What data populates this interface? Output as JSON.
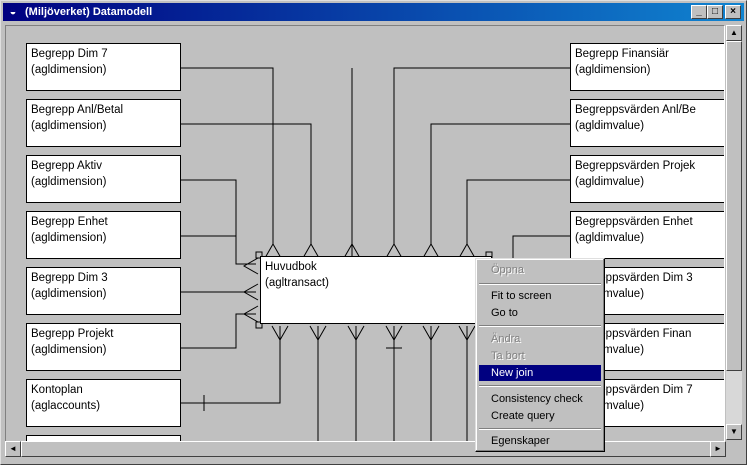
{
  "window": {
    "title": "(Miljöverket) Datamodell",
    "buttons": {
      "minimize": "_",
      "maximize": "□",
      "close": "×"
    }
  },
  "entities_left": [
    {
      "line1": "Begrepp  Dim 7",
      "line2": "(agldimension)"
    },
    {
      "line1": "Begrepp  Anl/Betal",
      "line2": "(agldimension)"
    },
    {
      "line1": "Begrepp  Aktiv",
      "line2": "(agldimension)"
    },
    {
      "line1": "Begrepp  Enhet",
      "line2": "(agldimension)"
    },
    {
      "line1": "Begrepp  Dim 3",
      "line2": "(agldimension)"
    },
    {
      "line1": "Begrepp  Projekt",
      "line2": "(agldimension)"
    },
    {
      "line1": "Kontoplan",
      "line2": "(aglaccounts)"
    }
  ],
  "entities_right": [
    {
      "line1": "Begrepp  Finansiär",
      "line2": "(agldimension)"
    },
    {
      "line1": "Begreppsvärden  Anl/Be",
      "line2": "(agldimvalue)"
    },
    {
      "line1": "Begreppsvärden  Projek",
      "line2": "(agldimvalue)"
    },
    {
      "line1": "Begreppsvärden  Enhet",
      "line2": "(agldimvalue)"
    },
    {
      "line1": "Begreppsvärden  Dim 3",
      "line2": "(agldimvalue)"
    },
    {
      "line1": "Begreppsvärden  Finan",
      "line2": "(agldimvalue)"
    },
    {
      "line1": "Begreppsvärden  Dim 7",
      "line2": "(agldimvalue)"
    }
  ],
  "center_entity": {
    "line1": "Huvudbok",
    "line2": "(agltransact)"
  },
  "context_menu": {
    "open": "Öppna",
    "fit_to_screen": "Fit to screen",
    "go_to": "Go to",
    "edit": "Ändra",
    "delete": "Ta bort",
    "new_join": "New join",
    "consistency_check": "Consistency check",
    "create_query": "Create query",
    "properties": "Egenskaper"
  },
  "scrollbar": {
    "up": "▲",
    "down": "▼",
    "left": "◄",
    "right": "►"
  }
}
